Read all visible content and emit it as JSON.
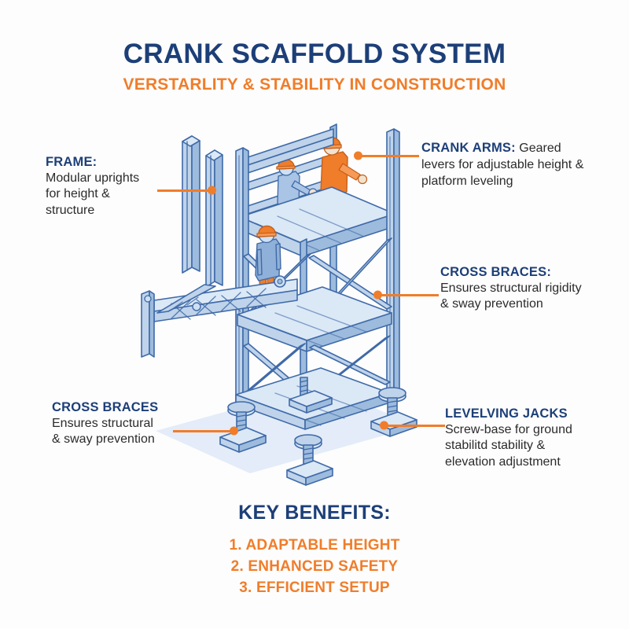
{
  "header": {
    "title": "CRANK SCAFFOLD SYSTEM",
    "subtitle": "VERSTARLITY & STABILITY IN CONSTRUCTION"
  },
  "colors": {
    "navy": "#1d3f78",
    "orange": "#f07d2a",
    "steel_outline": "#3f6aa8",
    "steel_fill_light": "#d6e4f3",
    "steel_fill_mid": "#b9cfe8",
    "steel_fill_dark": "#94b5db",
    "background": "#fdfdfd",
    "body_text": "#2b2b2b"
  },
  "callouts": [
    {
      "id": "frame",
      "heading": "FRAME:",
      "body": "Modular uprights for height & structure",
      "lines": [
        "Modular uprights",
        "for height &",
        "structure"
      ],
      "side": "left",
      "layout": "stacked"
    },
    {
      "id": "crank-arms",
      "heading": "CRANK ARMS:",
      "body": "Geared levers for adjustable height & platform leveling",
      "lines": [
        "Geared",
        "levers for adjustable height",
        "& platform leveling"
      ],
      "side": "right",
      "layout": "inline"
    },
    {
      "id": "cross-braces-upper",
      "heading": "CROSS BRACES:",
      "body": "Ensures structural rigidity & sway prevention",
      "lines": [
        "Ensures structural rigidity",
        "& sway prevention"
      ],
      "side": "right",
      "layout": "stacked"
    },
    {
      "id": "cross-braces-lower",
      "heading": "CROSS BRACES",
      "body": "Ensures structural & sway prevention",
      "lines": [
        "Ensures structural",
        "& sway prevention"
      ],
      "side": "left",
      "layout": "stacked"
    },
    {
      "id": "leveling-jacks",
      "heading": "LEVELVING JACKS",
      "body": "Screw-base for ground stabilitd stability & elevation adjustment",
      "lines": [
        "Screw-base for ground",
        "stabilitd stability &",
        "elevation adjustment"
      ],
      "side": "right",
      "layout": "stacked"
    }
  ],
  "benefits": {
    "title": "KEY BENEFITS:",
    "items": [
      "1. ADAPTABLE HEIGHT",
      "2. ENHANCED SAFETY",
      "3. EFFICIENT SETUP"
    ]
  },
  "illustration": {
    "subject": "isometric crank scaffold tower",
    "worker_count": 3,
    "workers": [
      {
        "id": "worker-top-orange",
        "helmet": "orange",
        "suit": "orange",
        "position": "top platform right"
      },
      {
        "id": "worker-top-blue",
        "helmet": "orange",
        "suit": "blue",
        "position": "top platform left"
      },
      {
        "id": "worker-mid",
        "helmet": "orange",
        "suit": "blue jacket, orange trousers",
        "position": "middle platform"
      }
    ],
    "parts": [
      "detached frame uprights",
      "guard rails",
      "upper platform deck",
      "middle platform deck",
      "lower platform deck",
      "cross braces",
      "cantilever outrigger truss",
      "leveling jacks",
      "base plates"
    ],
    "jack_count": 4
  }
}
